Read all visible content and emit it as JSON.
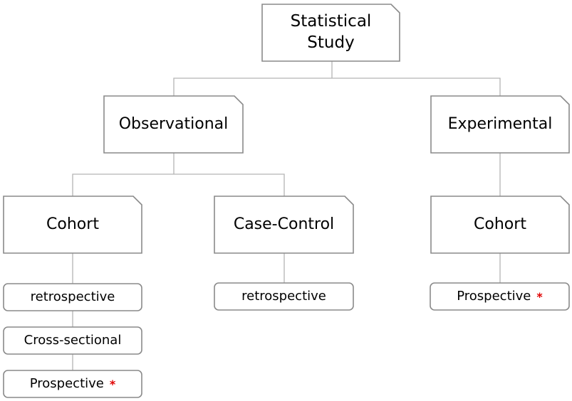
{
  "diagram": {
    "root": {
      "label": "Statistical\nStudy"
    },
    "observational": {
      "label": "Observational",
      "cohort": {
        "label": "Cohort",
        "items": [
          {
            "label": "retrospective",
            "marker": ""
          },
          {
            "label": "Cross-sectional",
            "marker": ""
          },
          {
            "label": "Prospective",
            "marker": "*"
          }
        ]
      },
      "case_control": {
        "label": "Case-Control",
        "items": [
          {
            "label": "retrospective",
            "marker": ""
          }
        ]
      }
    },
    "experimental": {
      "label": "Experimental",
      "cohort": {
        "label": "Cohort",
        "items": [
          {
            "label": "Prospective",
            "marker": "*"
          }
        ]
      }
    }
  },
  "colors": {
    "box_border": "#8a8a8a",
    "connector": "#b4b4b4",
    "marker": "#e00000"
  }
}
